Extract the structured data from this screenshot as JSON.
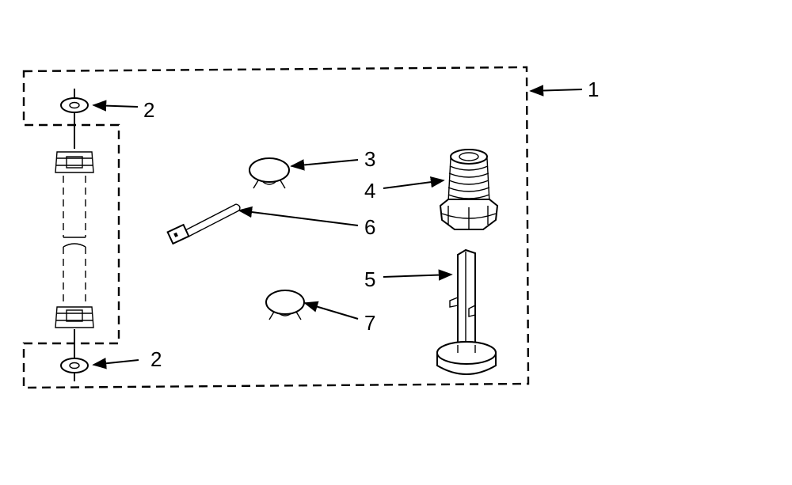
{
  "callouts": {
    "kit": "1",
    "washer_top": "2",
    "washer_bottom": "2",
    "clip_upper": "3",
    "cam_nut": "4",
    "cam": "5",
    "wire_pin": "6",
    "clip_lower": "7"
  },
  "colors": {
    "line": "#000000",
    "background": "#ffffff"
  }
}
